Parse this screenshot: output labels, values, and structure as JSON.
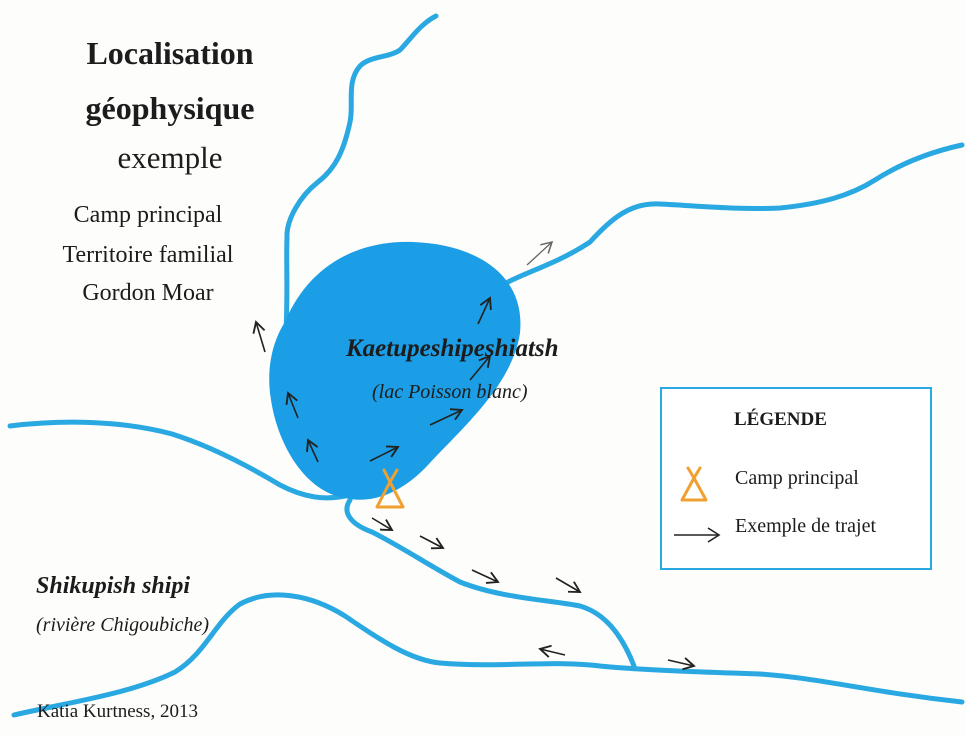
{
  "map": {
    "title_line1": "Localisation",
    "title_line2": "géophysique",
    "subtitle": "exemple",
    "caption_lines": [
      "Camp principal",
      "Territoire familial",
      "Gordon Moar"
    ],
    "lake": {
      "name": "Kaetupeshipeshiatsh",
      "alt_name": "(lac  Poisson blanc)"
    },
    "river": {
      "name": "Shikupish shipi",
      "alt_name": "(rivière Chigoubiche)"
    },
    "credit": "Katia Kurtness, 2013"
  },
  "legend": {
    "title": "LÉGENDE",
    "items": [
      {
        "icon": "teepee-camp-icon",
        "label": "Camp principal"
      },
      {
        "icon": "arrow-icon",
        "label": "Exemple de trajet"
      }
    ]
  },
  "colors": {
    "water": "#1b9ee6",
    "river": "#2aa8e2",
    "camp": "#f0a030",
    "arrow": "#222222",
    "text": "#1c1c1c"
  }
}
